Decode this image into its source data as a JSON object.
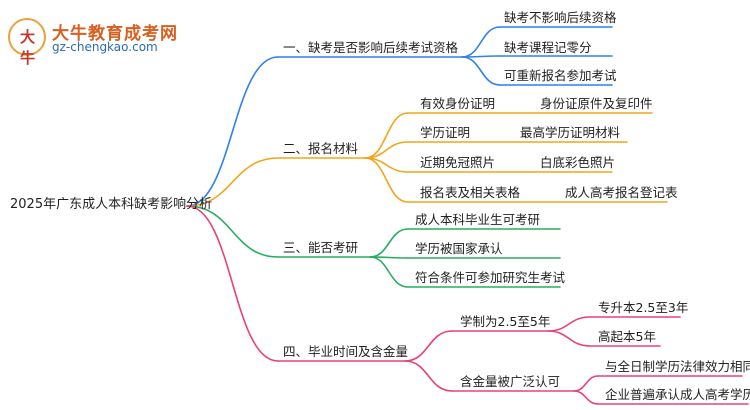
{
  "logo": {
    "title": "大牛教育成考网",
    "url": "gz-chengkao.com",
    "glyph": "大牛"
  },
  "colors": {
    "blue": "#2f80ed",
    "orange": "#f2a51a",
    "green": "#27ae60",
    "pink": "#e9407a"
  },
  "root": "2025年广东成人本科缺考影响分析",
  "branches": [
    {
      "label": "一、缺考是否影响后续考试资格",
      "items": [
        {
          "label": "缺考不影响后续资格"
        },
        {
          "label": "缺考课程记零分"
        },
        {
          "label": "可重新报名参加考试"
        }
      ]
    },
    {
      "label": "二、报名材料",
      "items": [
        {
          "label": "有效身份证明",
          "detail": "身份证原件及复印件"
        },
        {
          "label": "学历证明",
          "detail": "最高学历证明材料"
        },
        {
          "label": "近期免冠照片",
          "detail": "白底彩色照片"
        },
        {
          "label": "报名表及相关表格",
          "detail": "成人高考报名登记表"
        }
      ]
    },
    {
      "label": "三、能否考研",
      "items": [
        {
          "label": "成人本科毕业生可考研"
        },
        {
          "label": "学历被国家承认"
        },
        {
          "label": "符合条件可参加研究生考试"
        }
      ]
    },
    {
      "label": "四、毕业时间及含金量",
      "items": [
        {
          "label": "学制为2.5至5年",
          "children": [
            {
              "label": "专升本2.5至3年"
            },
            {
              "label": "高起本5年"
            }
          ]
        },
        {
          "label": "含金量被广泛认可",
          "children": [
            {
              "label": "与全日制学历法律效力相同"
            },
            {
              "label": "企业普遍承认成人高考学历"
            }
          ]
        }
      ]
    }
  ]
}
